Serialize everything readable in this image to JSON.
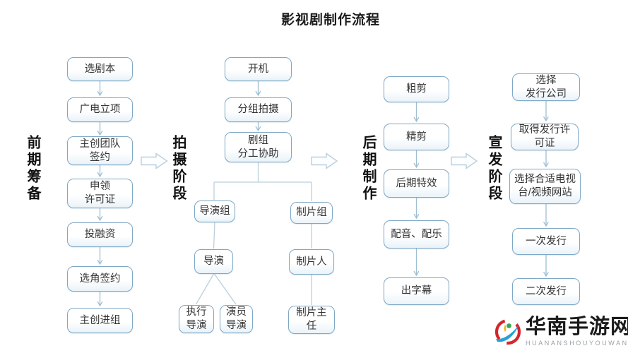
{
  "title": "影视剧制作流程",
  "stages": [
    {
      "label": "前期筹备"
    },
    {
      "label": "拍摄阶段"
    },
    {
      "label": "后期制作"
    },
    {
      "label": "宣发阶段"
    }
  ],
  "flow": {
    "pre": [
      {
        "label": "选剧本"
      },
      {
        "label": "广电立项"
      },
      {
        "label": "主创团队\n签约"
      },
      {
        "label": "申领\n许可证"
      },
      {
        "label": "投融资"
      },
      {
        "label": "选角签约"
      },
      {
        "label": "主创进组"
      }
    ],
    "shoot": [
      {
        "label": "开机"
      },
      {
        "label": "分组拍摄"
      },
      {
        "label": "剧组\n分工协助"
      },
      {
        "label": "导演组"
      },
      {
        "label": "制片组"
      },
      {
        "label": "导演"
      },
      {
        "label": "执行\n导演"
      },
      {
        "label": "演员\n导演"
      },
      {
        "label": "制片人"
      },
      {
        "label": "制片主\n任"
      }
    ],
    "post": [
      {
        "label": "粗剪"
      },
      {
        "label": "精剪"
      },
      {
        "label": "后期特效"
      },
      {
        "label": "配音、配乐"
      },
      {
        "label": "出字幕"
      }
    ],
    "release": [
      {
        "label": "选择\n发行公司"
      },
      {
        "label": "取得发行许\n可证"
      },
      {
        "label": "选择合适电视\n台/视频网站"
      },
      {
        "label": "一次发行"
      },
      {
        "label": "二次发行"
      }
    ]
  },
  "watermark": {
    "name": "华南手游网",
    "romanized": "HUANANSHOUYOUWANG"
  },
  "colors": {
    "box_border": "#7fa8c6",
    "connector": "#9fbfd4",
    "branch_line": "#bccfdb",
    "stage_arrow_stroke": "#b9cfdc",
    "logo_red": "#d5252c",
    "logo_blue": "#2a9fd8",
    "logo_green": "#3aa655",
    "logo_yellow": "#f5b324"
  }
}
